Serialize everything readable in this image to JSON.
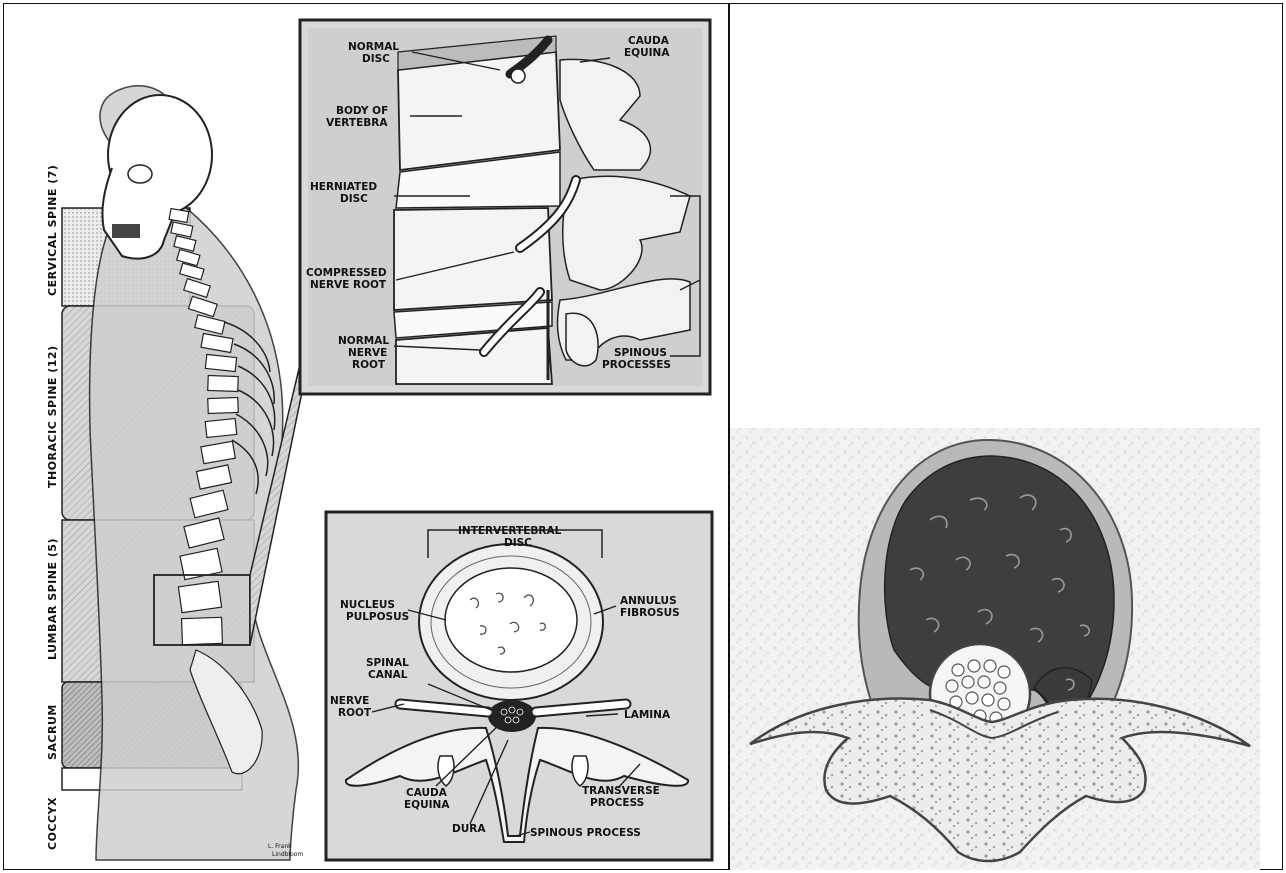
{
  "left_panel": {
    "spine_regions": {
      "cervical": "CERVICAL SPINE (7)",
      "thoracic": "THORACIC SPINE (12)",
      "lumbar": "LUMBAR SPINE (5)",
      "sacrum": "SACRUM",
      "coccyx": "COCCYX"
    },
    "sagittal_inset": {
      "normal_disc": [
        "NORMAL",
        "DISC"
      ],
      "cauda_equina": [
        "CAUDA",
        "EQUINA"
      ],
      "body_of_vertebra": [
        "BODY OF",
        "VERTEBRA"
      ],
      "herniated_disc": [
        "HERNIATED",
        "DISC"
      ],
      "compressed_nerve_root": [
        "COMPRESSED",
        "NERVE ROOT"
      ],
      "normal_nerve_root": [
        "NORMAL",
        "NERVE",
        "ROOT"
      ],
      "spinous_processes": [
        "SPINOUS",
        "PROCESSES"
      ]
    },
    "axial_inset": {
      "intervertebral_disc": [
        "INTERVERTEBRAL",
        "DISC"
      ],
      "nucleus_pulposus": [
        "NUCLEUS",
        "PULPOSUS"
      ],
      "annulus_fibrosus": [
        "ANNULUS",
        "FIBROSUS"
      ],
      "spinal_canal": [
        "SPINAL",
        "CANAL"
      ],
      "nerve_root": [
        "NERVE",
        "ROOT"
      ],
      "lamina": "LAMINA",
      "cauda_equina": [
        "CAUDA",
        "EQUINA"
      ],
      "transverse_process": [
        "TRANSVERSE",
        "PROCESS"
      ],
      "dura": "DURA",
      "spinous_process": "SPINOUS PROCESS"
    },
    "signature": [
      "L. Frank",
      "Lindbloom"
    ]
  },
  "colors": {
    "hatch": "#9a9a9a",
    "dark_disc": "#3e3e3e",
    "bone": "#efefef",
    "ink": "#111111"
  }
}
